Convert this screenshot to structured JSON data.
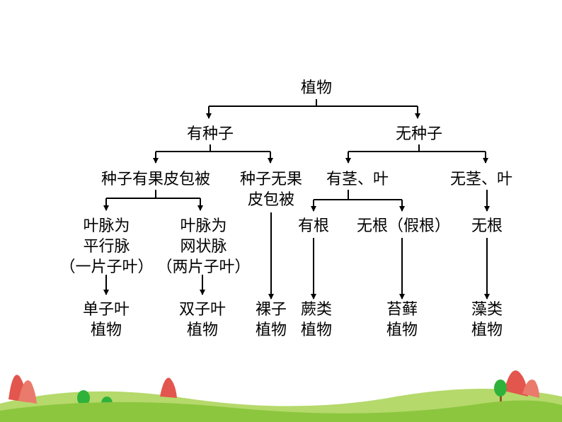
{
  "diagram": {
    "title": "植物",
    "seed": "有种子",
    "no_seed": "无种子",
    "pericarp_yes": "种子有果皮包被",
    "pericarp_no": [
      "种子无果",
      "皮包被"
    ],
    "stem_leaf_yes": "有茎、叶",
    "stem_leaf_no": "无茎、叶",
    "parallel_vein": [
      "叶脉为",
      "平行脉",
      "（一片子叶）"
    ],
    "net_vein": [
      "叶脉为",
      "网状脉",
      "（两片子叶）"
    ],
    "has_root": "有根",
    "no_root": "无根（假根）",
    "rootless": "无根",
    "monocot": [
      "单子叶",
      "植物"
    ],
    "dicot": [
      "双子叶",
      "植物"
    ],
    "gymnosperm": [
      "裸子",
      "植物"
    ],
    "fern": [
      "蕨类",
      "植物"
    ],
    "moss": [
      "苔藓",
      "植物"
    ],
    "algae": [
      "藻类",
      "植物"
    ]
  },
  "colors": {
    "line": "#000000",
    "grass_front": "#8cc63f",
    "grass_back": "#b5d96b",
    "tree_green": "#2fb23a",
    "tree_red": "#e2564d",
    "trunk": "#8a5a2b"
  }
}
